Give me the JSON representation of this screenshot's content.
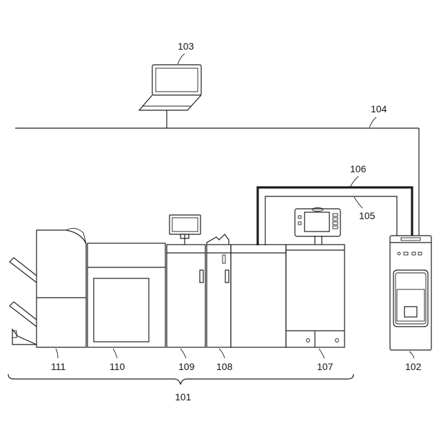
{
  "labels": {
    "printing_system": "101",
    "print_server": "102",
    "client_pc": "103",
    "network": "104",
    "cable_105": "105",
    "cable_106": "106",
    "printer_engine": "107",
    "inserter": "108",
    "inserter_2": "109",
    "stacker": "110",
    "finisher": "111"
  }
}
